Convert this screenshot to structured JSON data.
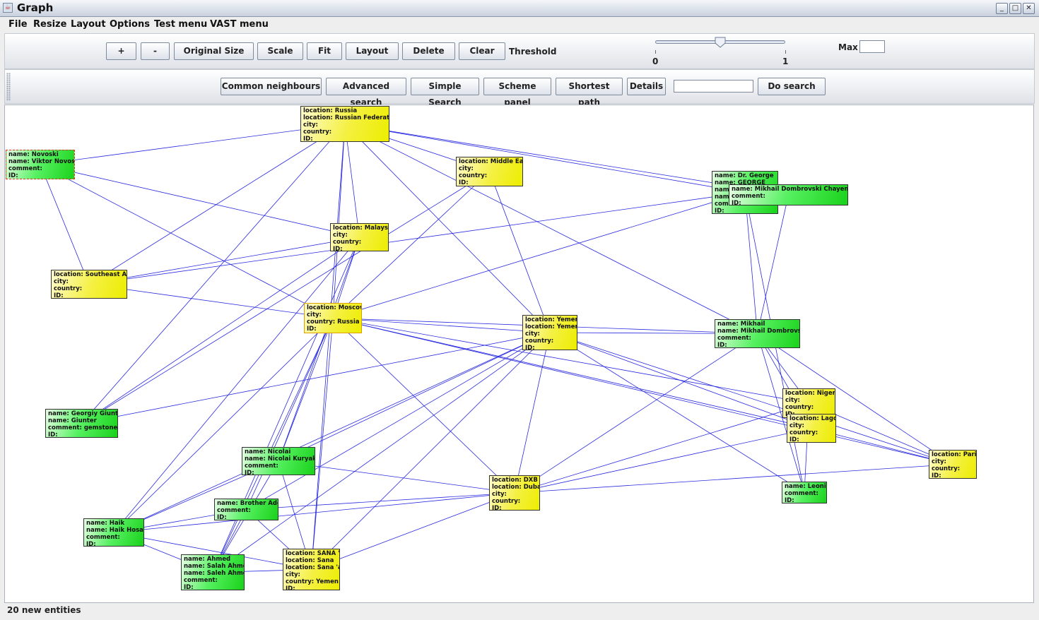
{
  "window": {
    "title": "Graph"
  },
  "menu": [
    "File",
    "Resize",
    "Layout",
    "Options",
    "Test menu",
    "VAST menu"
  ],
  "toolbar": {
    "plus": "+",
    "minus": "-",
    "original_size": "Original Size",
    "scale": "Scale",
    "fit": "Fit",
    "layout": "Layout",
    "delete": "Delete",
    "clear": "Clear",
    "threshold_label": "Threshold",
    "threshold_min": "0",
    "threshold_max": "1",
    "threshold_value": 0.5,
    "max_label": "Max",
    "max_value": ""
  },
  "search_toolbar": {
    "common_neighbours": "Common neighbours",
    "advanced_search": "Advanced search",
    "simple_search": "Simple Search",
    "scheme_panel": "Scheme panel",
    "shortest_path": "Shortest path",
    "details": "Details",
    "search_value": "",
    "do_search": "Do search"
  },
  "graph": {
    "nodes": [
      {
        "id": "russia",
        "kind": "location",
        "lines": [
          "location: Russia",
          "location: Russian Federation",
          "city:",
          "country:",
          "ID:"
        ]
      },
      {
        "id": "novoski",
        "kind": "person",
        "selected": true,
        "lines": [
          "name: Novoski",
          "name: Viktor Novoski",
          "comment:",
          "ID:"
        ]
      },
      {
        "id": "middle-east",
        "kind": "location",
        "lines": [
          "location: Middle East",
          "city:",
          "country:",
          "ID:"
        ]
      },
      {
        "id": "george",
        "kind": "person",
        "lines": [
          "name: Dr. George",
          "name: GEORGE",
          "name:",
          "name:",
          "comment:",
          "ID:"
        ]
      },
      {
        "id": "chayenova",
        "kind": "person",
        "lines": [
          "name: Mikhail Dombrovski Chayenova",
          "comment:",
          "ID:"
        ]
      },
      {
        "id": "malaysia",
        "kind": "location",
        "lines": [
          "location: Malaysia",
          "city:",
          "country:",
          "ID:"
        ]
      },
      {
        "id": "southeast-asia",
        "kind": "location",
        "lines": [
          "location: Southeast Asia",
          "city:",
          "country:",
          "ID:"
        ]
      },
      {
        "id": "moscow",
        "kind": "location",
        "highlight": true,
        "lines": [
          "location: Moscow",
          "city:",
          "country: Russia",
          "ID:"
        ]
      },
      {
        "id": "yemen",
        "kind": "location",
        "lines": [
          "location: Yemen",
          "location: Yemeni",
          "city:",
          "country:",
          "ID:"
        ]
      },
      {
        "id": "mikhail",
        "kind": "person",
        "lines": [
          "name: Mikhail",
          "name: Mikhail Dombrovski",
          "comment:",
          "ID:"
        ]
      },
      {
        "id": "nigeria",
        "kind": "location",
        "lines": [
          "location: Nigeria",
          "city:",
          "country:",
          "ID:"
        ]
      },
      {
        "id": "lagos",
        "kind": "location",
        "lines": [
          "location: Lagos",
          "city:",
          "country:",
          "ID:"
        ]
      },
      {
        "id": "gunter",
        "kind": "person",
        "lines": [
          "name: Georgiy Giunter",
          "name: Giunter",
          "comment: gemstone",
          "ID:"
        ]
      },
      {
        "id": "paris",
        "kind": "location",
        "lines": [
          "location: Paris",
          "city:",
          "country:",
          "ID:"
        ]
      },
      {
        "id": "nicolai",
        "kind": "person",
        "lines": [
          "name: Nicolai",
          "name: Nicolai Kuryakin",
          "comment:",
          "ID:"
        ]
      },
      {
        "id": "dxb",
        "kind": "location",
        "lines": [
          "location: DXB",
          "location: Dubai",
          "city:",
          "country:",
          "ID:"
        ]
      },
      {
        "id": "leonid",
        "kind": "person",
        "lines": [
          "name: Leonid",
          "comment:",
          "ID:"
        ]
      },
      {
        "id": "aden",
        "kind": "person",
        "lines": [
          "name: Brother Aden",
          "comment:",
          "ID:"
        ]
      },
      {
        "id": "haik",
        "kind": "person",
        "lines": [
          "name: Haik",
          "name: Haik Hosain",
          "comment:",
          "ID:"
        ]
      },
      {
        "id": "ahmed",
        "kind": "person",
        "lines": [
          "name: Ahmed",
          "name: Salah Ahmed",
          "name: Saleh Ahmed",
          "comment:",
          "ID:"
        ]
      },
      {
        "id": "sana",
        "kind": "location",
        "lines": [
          "location: SANA 'A",
          "location: Sana",
          "location: Sana 'a",
          "city:",
          "country: Yemen",
          "ID:"
        ]
      }
    ],
    "edges": [
      [
        "russia",
        "novoski"
      ],
      [
        "russia",
        "middle-east"
      ],
      [
        "russia",
        "george"
      ],
      [
        "russia",
        "chayenova"
      ],
      [
        "russia",
        "malaysia"
      ],
      [
        "russia",
        "southeast-asia"
      ],
      [
        "russia",
        "moscow"
      ],
      [
        "russia",
        "yemen"
      ],
      [
        "russia",
        "mikhail"
      ],
      [
        "russia",
        "gunter"
      ],
      [
        "russia",
        "sana"
      ],
      [
        "novoski",
        "malaysia"
      ],
      [
        "novoski",
        "southeast-asia"
      ],
      [
        "novoski",
        "moscow"
      ],
      [
        "middle-east",
        "yemen"
      ],
      [
        "middle-east",
        "gunter"
      ],
      [
        "middle-east",
        "moscow"
      ],
      [
        "george",
        "moscow"
      ],
      [
        "george",
        "mikhail"
      ],
      [
        "george",
        "leonid"
      ],
      [
        "george",
        "southeast-asia"
      ],
      [
        "chayenova",
        "mikhail"
      ],
      [
        "malaysia",
        "southeast-asia"
      ],
      [
        "malaysia",
        "moscow"
      ],
      [
        "malaysia",
        "nicolai"
      ],
      [
        "malaysia",
        "ahmed"
      ],
      [
        "malaysia",
        "haik"
      ],
      [
        "malaysia",
        "gunter"
      ],
      [
        "southeast-asia",
        "moscow"
      ],
      [
        "moscow",
        "yemen"
      ],
      [
        "moscow",
        "mikhail"
      ],
      [
        "moscow",
        "nigeria"
      ],
      [
        "moscow",
        "lagos"
      ],
      [
        "moscow",
        "paris"
      ],
      [
        "moscow",
        "dxb"
      ],
      [
        "moscow",
        "nicolai"
      ],
      [
        "moscow",
        "aden"
      ],
      [
        "moscow",
        "haik"
      ],
      [
        "moscow",
        "ahmed"
      ],
      [
        "moscow",
        "sana"
      ],
      [
        "yemen",
        "mikhail"
      ],
      [
        "yemen",
        "lagos"
      ],
      [
        "yemen",
        "dxb"
      ],
      [
        "yemen",
        "nicolai"
      ],
      [
        "yemen",
        "aden"
      ],
      [
        "yemen",
        "haik"
      ],
      [
        "yemen",
        "ahmed"
      ],
      [
        "yemen",
        "sana"
      ],
      [
        "yemen",
        "leonid"
      ],
      [
        "yemen",
        "gunter"
      ],
      [
        "mikhail",
        "nigeria"
      ],
      [
        "mikhail",
        "lagos"
      ],
      [
        "mikhail",
        "paris"
      ],
      [
        "mikhail",
        "leonid"
      ],
      [
        "mikhail",
        "dxb"
      ],
      [
        "nigeria",
        "leonid"
      ],
      [
        "nigeria",
        "dxb"
      ],
      [
        "nigeria",
        "paris"
      ],
      [
        "lagos",
        "paris"
      ],
      [
        "lagos",
        "dxb"
      ],
      [
        "paris",
        "dxb"
      ],
      [
        "paris",
        "yemen"
      ],
      [
        "nicolai",
        "dxb"
      ],
      [
        "nicolai",
        "haik"
      ],
      [
        "nicolai",
        "ahmed"
      ],
      [
        "nicolai",
        "sana"
      ],
      [
        "dxb",
        "aden"
      ],
      [
        "dxb",
        "haik"
      ],
      [
        "dxb",
        "sana"
      ],
      [
        "aden",
        "haik"
      ],
      [
        "aden",
        "sana"
      ],
      [
        "aden",
        "ahmed"
      ],
      [
        "haik",
        "ahmed"
      ],
      [
        "haik",
        "sana"
      ],
      [
        "ahmed",
        "sana"
      ]
    ]
  },
  "status": {
    "text": "20 new entities"
  },
  "colors": {
    "edge": "#2a2ae0",
    "location_node": "#f4f040",
    "person_node": "#22d822",
    "selected_border": "#e03030"
  }
}
